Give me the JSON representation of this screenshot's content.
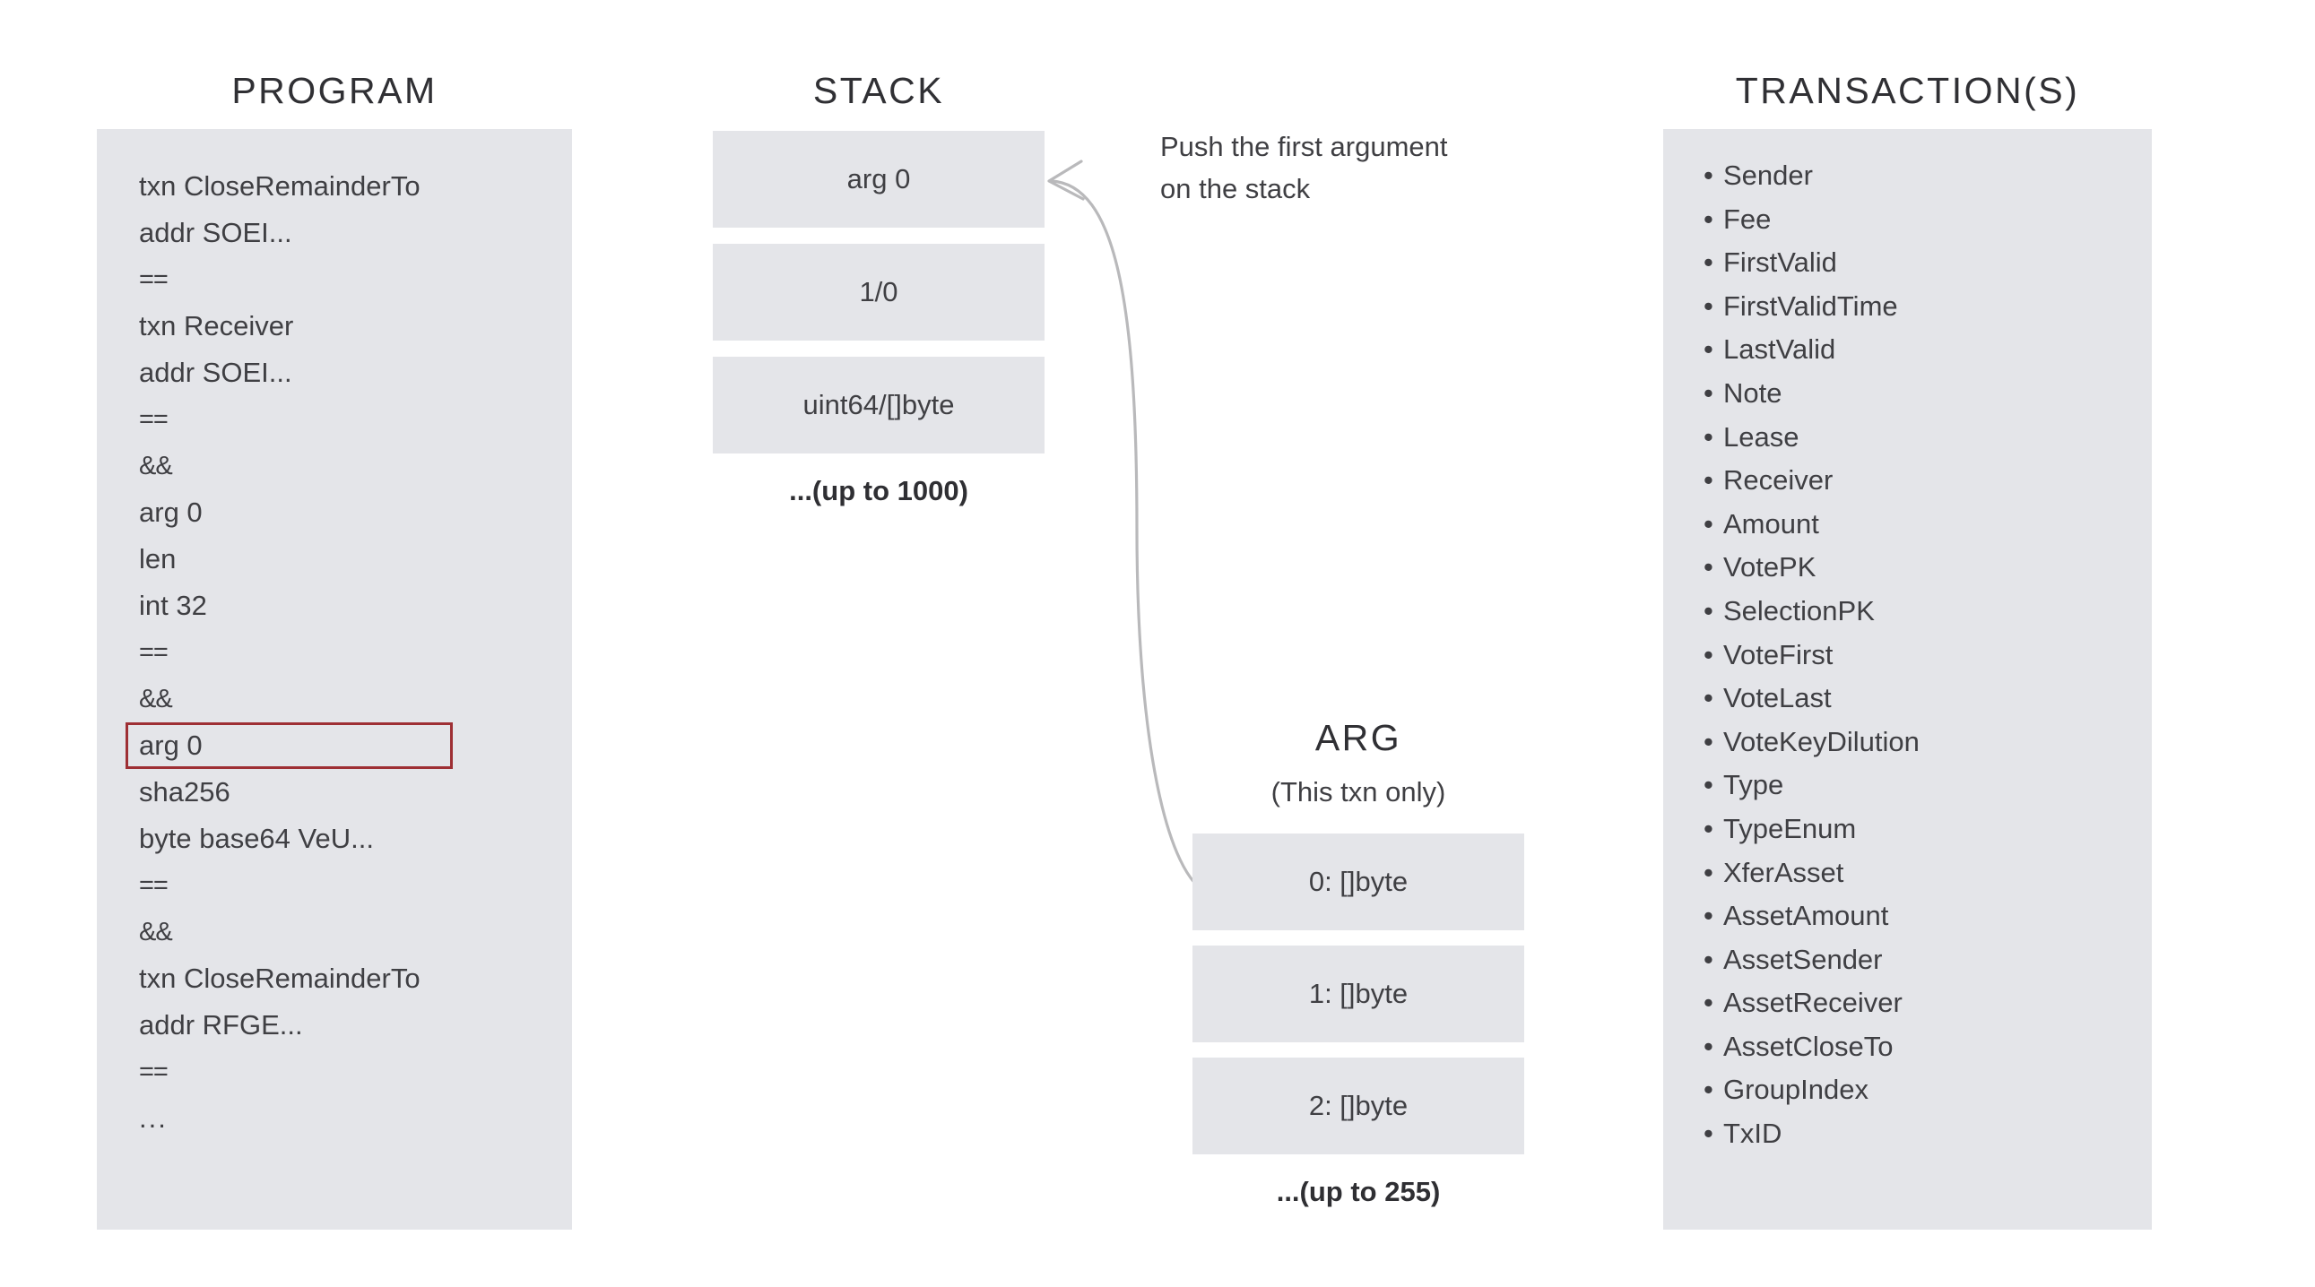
{
  "columns": {
    "program": {
      "header": "PROGRAM",
      "lines": [
        {
          "text": "txn CloseRemainderTo",
          "style": "normal",
          "highlight": false
        },
        {
          "text": "addr SOEI...",
          "style": "normal",
          "highlight": false
        },
        {
          "text": "==",
          "style": "op",
          "highlight": false
        },
        {
          "text": "txn Receiver",
          "style": "normal",
          "highlight": false
        },
        {
          "text": "addr SOEI...",
          "style": "normal",
          "highlight": false
        },
        {
          "text": "==",
          "style": "op",
          "highlight": false
        },
        {
          "text": "&&",
          "style": "op",
          "highlight": false
        },
        {
          "text": "arg 0",
          "style": "normal",
          "highlight": false
        },
        {
          "text": "len",
          "style": "normal",
          "highlight": false
        },
        {
          "text": "int 32",
          "style": "normal",
          "highlight": false
        },
        {
          "text": "==",
          "style": "op",
          "highlight": false
        },
        {
          "text": "&&",
          "style": "op",
          "highlight": false
        },
        {
          "text": "arg 0",
          "style": "normal",
          "highlight": true
        },
        {
          "text": "sha256",
          "style": "normal",
          "highlight": false
        },
        {
          "text": "byte base64 VeU...",
          "style": "normal",
          "highlight": false
        },
        {
          "text": "==",
          "style": "op",
          "highlight": false
        },
        {
          "text": "&&",
          "style": "op",
          "highlight": false
        },
        {
          "text": "txn CloseRemainderTo",
          "style": "normal",
          "highlight": false
        },
        {
          "text": "addr RFGE...",
          "style": "normal",
          "highlight": false
        },
        {
          "text": "==",
          "style": "op",
          "highlight": false
        },
        {
          "text": "...",
          "style": "dots",
          "highlight": false
        }
      ]
    },
    "stack": {
      "header": "STACK",
      "boxes": [
        {
          "label": "arg 0"
        },
        {
          "label": "1/0"
        },
        {
          "label": "uint64/[]byte"
        }
      ],
      "caption": "...(up to 1000)"
    },
    "arg": {
      "header": "ARG",
      "subtitle": "(This txn only)",
      "boxes": [
        {
          "label": "0: []byte"
        },
        {
          "label": "1: []byte"
        },
        {
          "label": "2: []byte"
        }
      ],
      "caption": "...(up to 255)"
    },
    "transactions": {
      "header": "TRANSACTION(S)",
      "bullet": "•",
      "fields": [
        "Sender",
        "Fee",
        "FirstValid",
        "FirstValidTime",
        "LastValid",
        "Note",
        "Lease",
        "Receiver",
        "Amount",
        "VotePK",
        "SelectionPK",
        "VoteFirst",
        "VoteLast",
        "VoteKeyDilution",
        "Type",
        "TypeEnum",
        "XferAsset",
        "AssetAmount",
        "AssetSender",
        "AssetReceiver",
        "AssetCloseTo",
        "GroupIndex",
        "TxID"
      ]
    }
  },
  "annotation": {
    "line1": "Push the first argument",
    "line2": "on the stack"
  },
  "colors": {
    "panel_fill": "#e4e5e9",
    "highlight_border": "#9e2f34",
    "text": "#3f3f43",
    "heading": "#303034",
    "arrow": "#b9b9bb",
    "background": "#ffffff"
  }
}
